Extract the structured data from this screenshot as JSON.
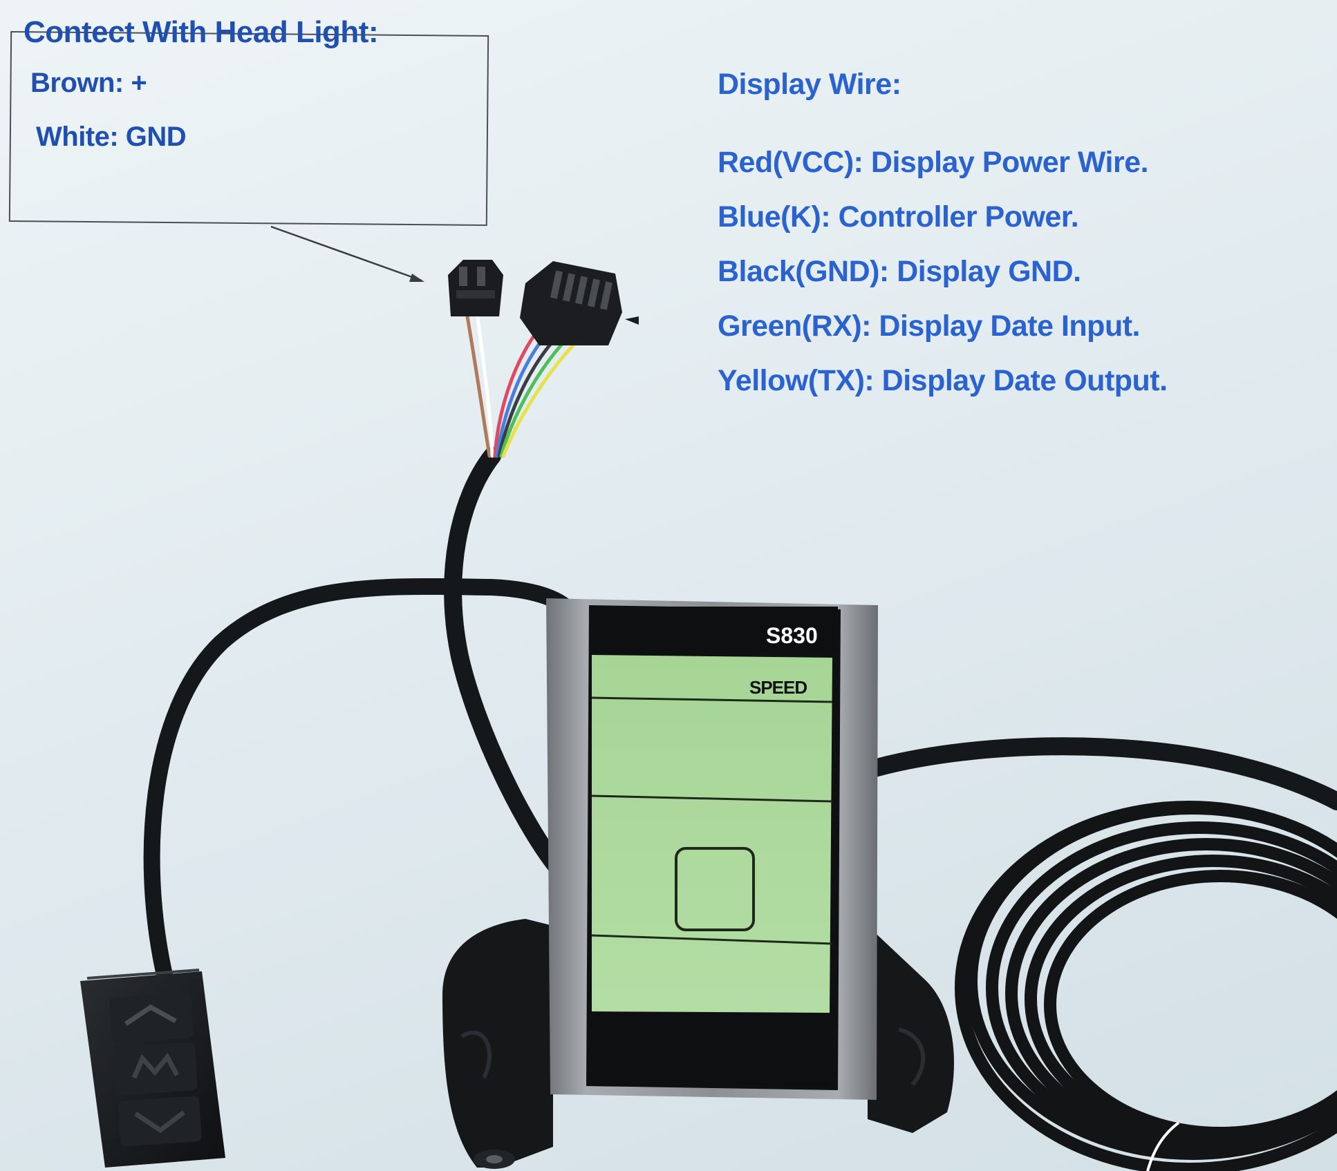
{
  "callout": {
    "title": "Contect With Head Light:",
    "lines": [
      "Brown: +",
      "White: GND"
    ]
  },
  "display_wire": {
    "heading": "Display Wire:",
    "items": [
      "Red(VCC): Display Power Wire.",
      "Blue(K): Controller Power.",
      "Black(GND): Display GND.",
      "Green(RX): Display Date Input.",
      "Yellow(TX): Display Date Output."
    ]
  },
  "device": {
    "model": "S830",
    "mode_label": "SPEED"
  },
  "colors": {
    "label_text": "#1f4fb0",
    "wire_text": "#2a62cf",
    "lcd_green": "#a9d79a",
    "cable": "#15181b",
    "bezel": "#8a8e92",
    "wire_red": "#e0495f",
    "wire_blue": "#4a7de0",
    "wire_green": "#4fbf5a",
    "wire_yellow": "#e8e14a",
    "wire_brown": "#b07a5a",
    "wire_white": "#ffffff"
  },
  "icons": [
    "arrow-up-icon",
    "m-button-icon",
    "arrow-down-icon"
  ]
}
